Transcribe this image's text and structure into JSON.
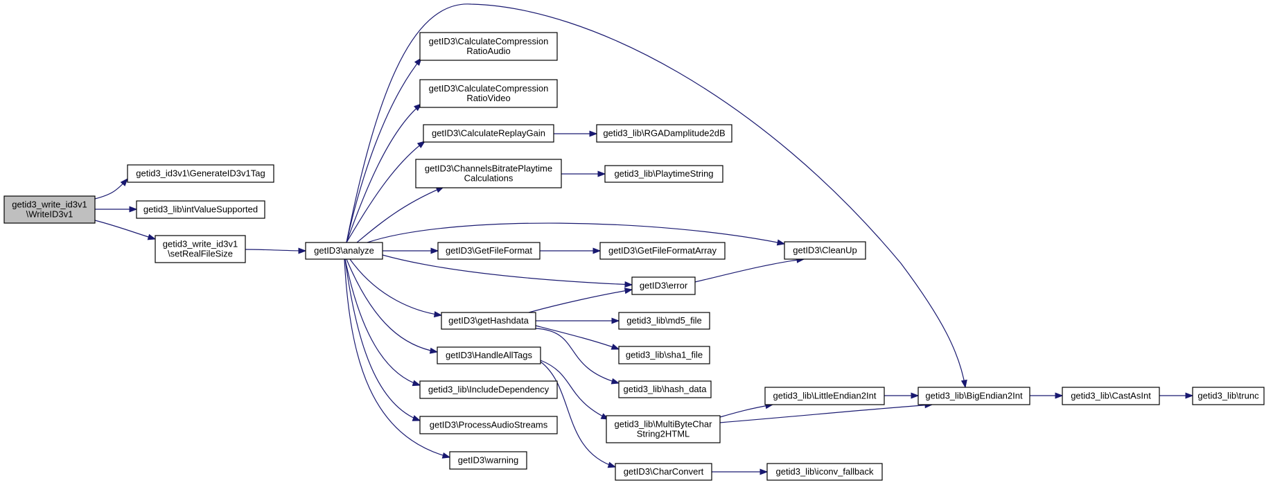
{
  "colors": {
    "edge": "#191970",
    "node_fill": "#ffffff",
    "root_fill": "#bfbfbf",
    "border": "#000000"
  },
  "nodes": [
    {
      "id": "root",
      "lines": [
        "getid3_write_id3v1",
        "\\WriteID3v1"
      ],
      "root": true
    },
    {
      "id": "generate",
      "lines": [
        "getid3_id3v1\\GenerateID3v1Tag"
      ]
    },
    {
      "id": "intvalue",
      "lines": [
        "getid3_lib\\intValueSupported"
      ]
    },
    {
      "id": "setreal",
      "lines": [
        "getid3_write_id3v1",
        "\\setRealFileSize"
      ]
    },
    {
      "id": "analyze",
      "lines": [
        "getID3\\analyze"
      ]
    },
    {
      "id": "ccaudio",
      "lines": [
        "getID3\\CalculateCompression",
        "RatioAudio"
      ]
    },
    {
      "id": "ccvideo",
      "lines": [
        "getID3\\CalculateCompression",
        "RatioVideo"
      ]
    },
    {
      "id": "replaygain",
      "lines": [
        "getID3\\CalculateReplayGain"
      ]
    },
    {
      "id": "channels",
      "lines": [
        "getID3\\ChannelsBitratePlaytime",
        "Calculations"
      ]
    },
    {
      "id": "getfileformat",
      "lines": [
        "getID3\\GetFileFormat"
      ]
    },
    {
      "id": "gethashdata",
      "lines": [
        "getID3\\getHashdata"
      ]
    },
    {
      "id": "handlealltags",
      "lines": [
        "getID3\\HandleAllTags"
      ]
    },
    {
      "id": "includedep",
      "lines": [
        "getid3_lib\\IncludeDependency"
      ]
    },
    {
      "id": "processaudio",
      "lines": [
        "getID3\\ProcessAudioStreams"
      ]
    },
    {
      "id": "warning",
      "lines": [
        "getID3\\warning"
      ]
    },
    {
      "id": "rgad",
      "lines": [
        "getid3_lib\\RGADamplitude2dB"
      ]
    },
    {
      "id": "playtime",
      "lines": [
        "getid3_lib\\PlaytimeString"
      ]
    },
    {
      "id": "getfileformatarray",
      "lines": [
        "getID3\\GetFileFormatArray"
      ]
    },
    {
      "id": "error",
      "lines": [
        "getID3\\error"
      ]
    },
    {
      "id": "cleanup",
      "lines": [
        "getID3\\CleanUp"
      ]
    },
    {
      "id": "md5",
      "lines": [
        "getid3_lib\\md5_file"
      ]
    },
    {
      "id": "sha1",
      "lines": [
        "getid3_lib\\sha1_file"
      ]
    },
    {
      "id": "hashdata",
      "lines": [
        "getid3_lib\\hash_data"
      ]
    },
    {
      "id": "multibyte",
      "lines": [
        "getid3_lib\\MultiByteChar",
        "String2HTML"
      ]
    },
    {
      "id": "charconvert",
      "lines": [
        "getID3\\CharConvert"
      ]
    },
    {
      "id": "littleendian",
      "lines": [
        "getid3_lib\\LittleEndian2Int"
      ]
    },
    {
      "id": "bigendian",
      "lines": [
        "getid3_lib\\BigEndian2Int"
      ]
    },
    {
      "id": "iconv",
      "lines": [
        "getid3_lib\\iconv_fallback"
      ]
    },
    {
      "id": "castasint",
      "lines": [
        "getid3_lib\\CastAsInt"
      ]
    },
    {
      "id": "trunc",
      "lines": [
        "getid3_lib\\trunc"
      ]
    }
  ],
  "edges": [
    {
      "from": "root",
      "to": "generate"
    },
    {
      "from": "root",
      "to": "intvalue"
    },
    {
      "from": "root",
      "to": "setreal"
    },
    {
      "from": "setreal",
      "to": "analyze"
    },
    {
      "from": "analyze",
      "to": "ccaudio"
    },
    {
      "from": "analyze",
      "to": "ccvideo"
    },
    {
      "from": "analyze",
      "to": "replaygain"
    },
    {
      "from": "analyze",
      "to": "channels"
    },
    {
      "from": "analyze",
      "to": "getfileformat"
    },
    {
      "from": "analyze",
      "to": "error"
    },
    {
      "from": "analyze",
      "to": "cleanup"
    },
    {
      "from": "analyze",
      "to": "gethashdata"
    },
    {
      "from": "analyze",
      "to": "handlealltags"
    },
    {
      "from": "analyze",
      "to": "includedep"
    },
    {
      "from": "analyze",
      "to": "processaudio"
    },
    {
      "from": "analyze",
      "to": "warning"
    },
    {
      "from": "analyze",
      "to": "bigendian"
    },
    {
      "from": "replaygain",
      "to": "rgad"
    },
    {
      "from": "channels",
      "to": "playtime"
    },
    {
      "from": "getfileformat",
      "to": "getfileformatarray"
    },
    {
      "from": "error",
      "to": "cleanup"
    },
    {
      "from": "gethashdata",
      "to": "error"
    },
    {
      "from": "gethashdata",
      "to": "md5"
    },
    {
      "from": "gethashdata",
      "to": "sha1"
    },
    {
      "from": "gethashdata",
      "to": "hashdata"
    },
    {
      "from": "handlealltags",
      "to": "multibyte"
    },
    {
      "from": "handlealltags",
      "to": "charconvert"
    },
    {
      "from": "multibyte",
      "to": "littleendian"
    },
    {
      "from": "multibyte",
      "to": "bigendian"
    },
    {
      "from": "littleendian",
      "to": "bigendian"
    },
    {
      "from": "bigendian",
      "to": "castasint"
    },
    {
      "from": "castasint",
      "to": "trunc"
    },
    {
      "from": "charconvert",
      "to": "iconv"
    }
  ]
}
